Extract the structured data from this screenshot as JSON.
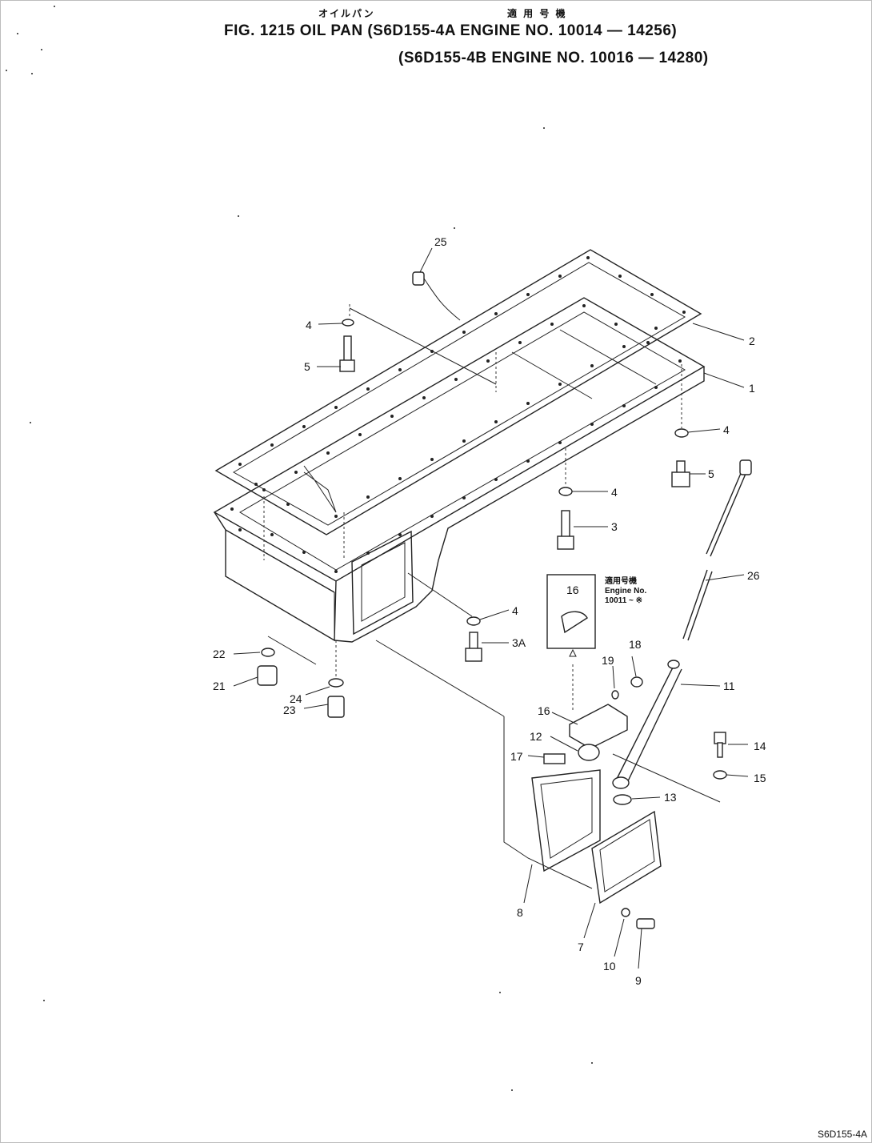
{
  "header": {
    "jp_name": "オイルパン",
    "jp_applicable": "適 用 号 機",
    "line1": "FIG. 1215 OIL PAN (S6D155-4A  ENGINE NO. 10014 — 14256)",
    "line2": "(S6D155-4B  ENGINE NO. 10016 — 14280)"
  },
  "inset_note": {
    "line1": "適用号機",
    "line2": "Engine No.",
    "line3": "10011 ~ ※"
  },
  "callouts": [
    "25",
    "2",
    "4",
    "5",
    "1",
    "4",
    "5",
    "4",
    "3",
    "26",
    "16",
    "4",
    "3A",
    "22",
    "21",
    "24",
    "23",
    "18",
    "19",
    "11",
    "16",
    "12",
    "17",
    "14",
    "15",
    "13",
    "8",
    "7",
    "10",
    "9"
  ],
  "corner_code": "S6D155-4A"
}
